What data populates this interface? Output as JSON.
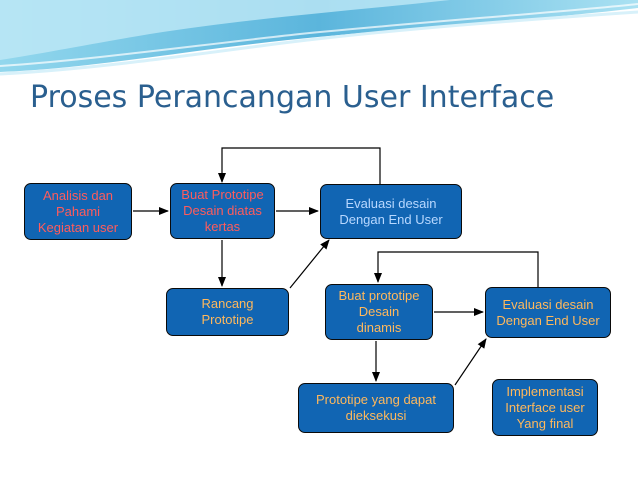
{
  "slide": {
    "title": "Proses Perancangan User Interface"
  },
  "boxes": {
    "analisis": "Analisis dan\nPahami\nKegiatan user",
    "buat_prototipe_kertas": "Buat Prototipe\nDesain diatas\nkertas",
    "evaluasi_1": "Evaluasi desain\nDengan End User",
    "rancang": "Rancang\nPrototipe",
    "buat_prototipe_dinamis": "Buat prototipe\nDesain\ndinamis",
    "evaluasi_2": "Evaluasi desain\nDengan End User",
    "prototipe_eksekusi": "Prototipe yang dapat\ndieksekusi",
    "implementasi": "Implementasi\nInterface user\nYang final"
  },
  "colors": {
    "box_fill": "#1165b3",
    "title": "#2a5f8f",
    "text_red": "#ff5c5c",
    "text_light": "#b8d8ff",
    "text_orange": "#ffb85c"
  }
}
